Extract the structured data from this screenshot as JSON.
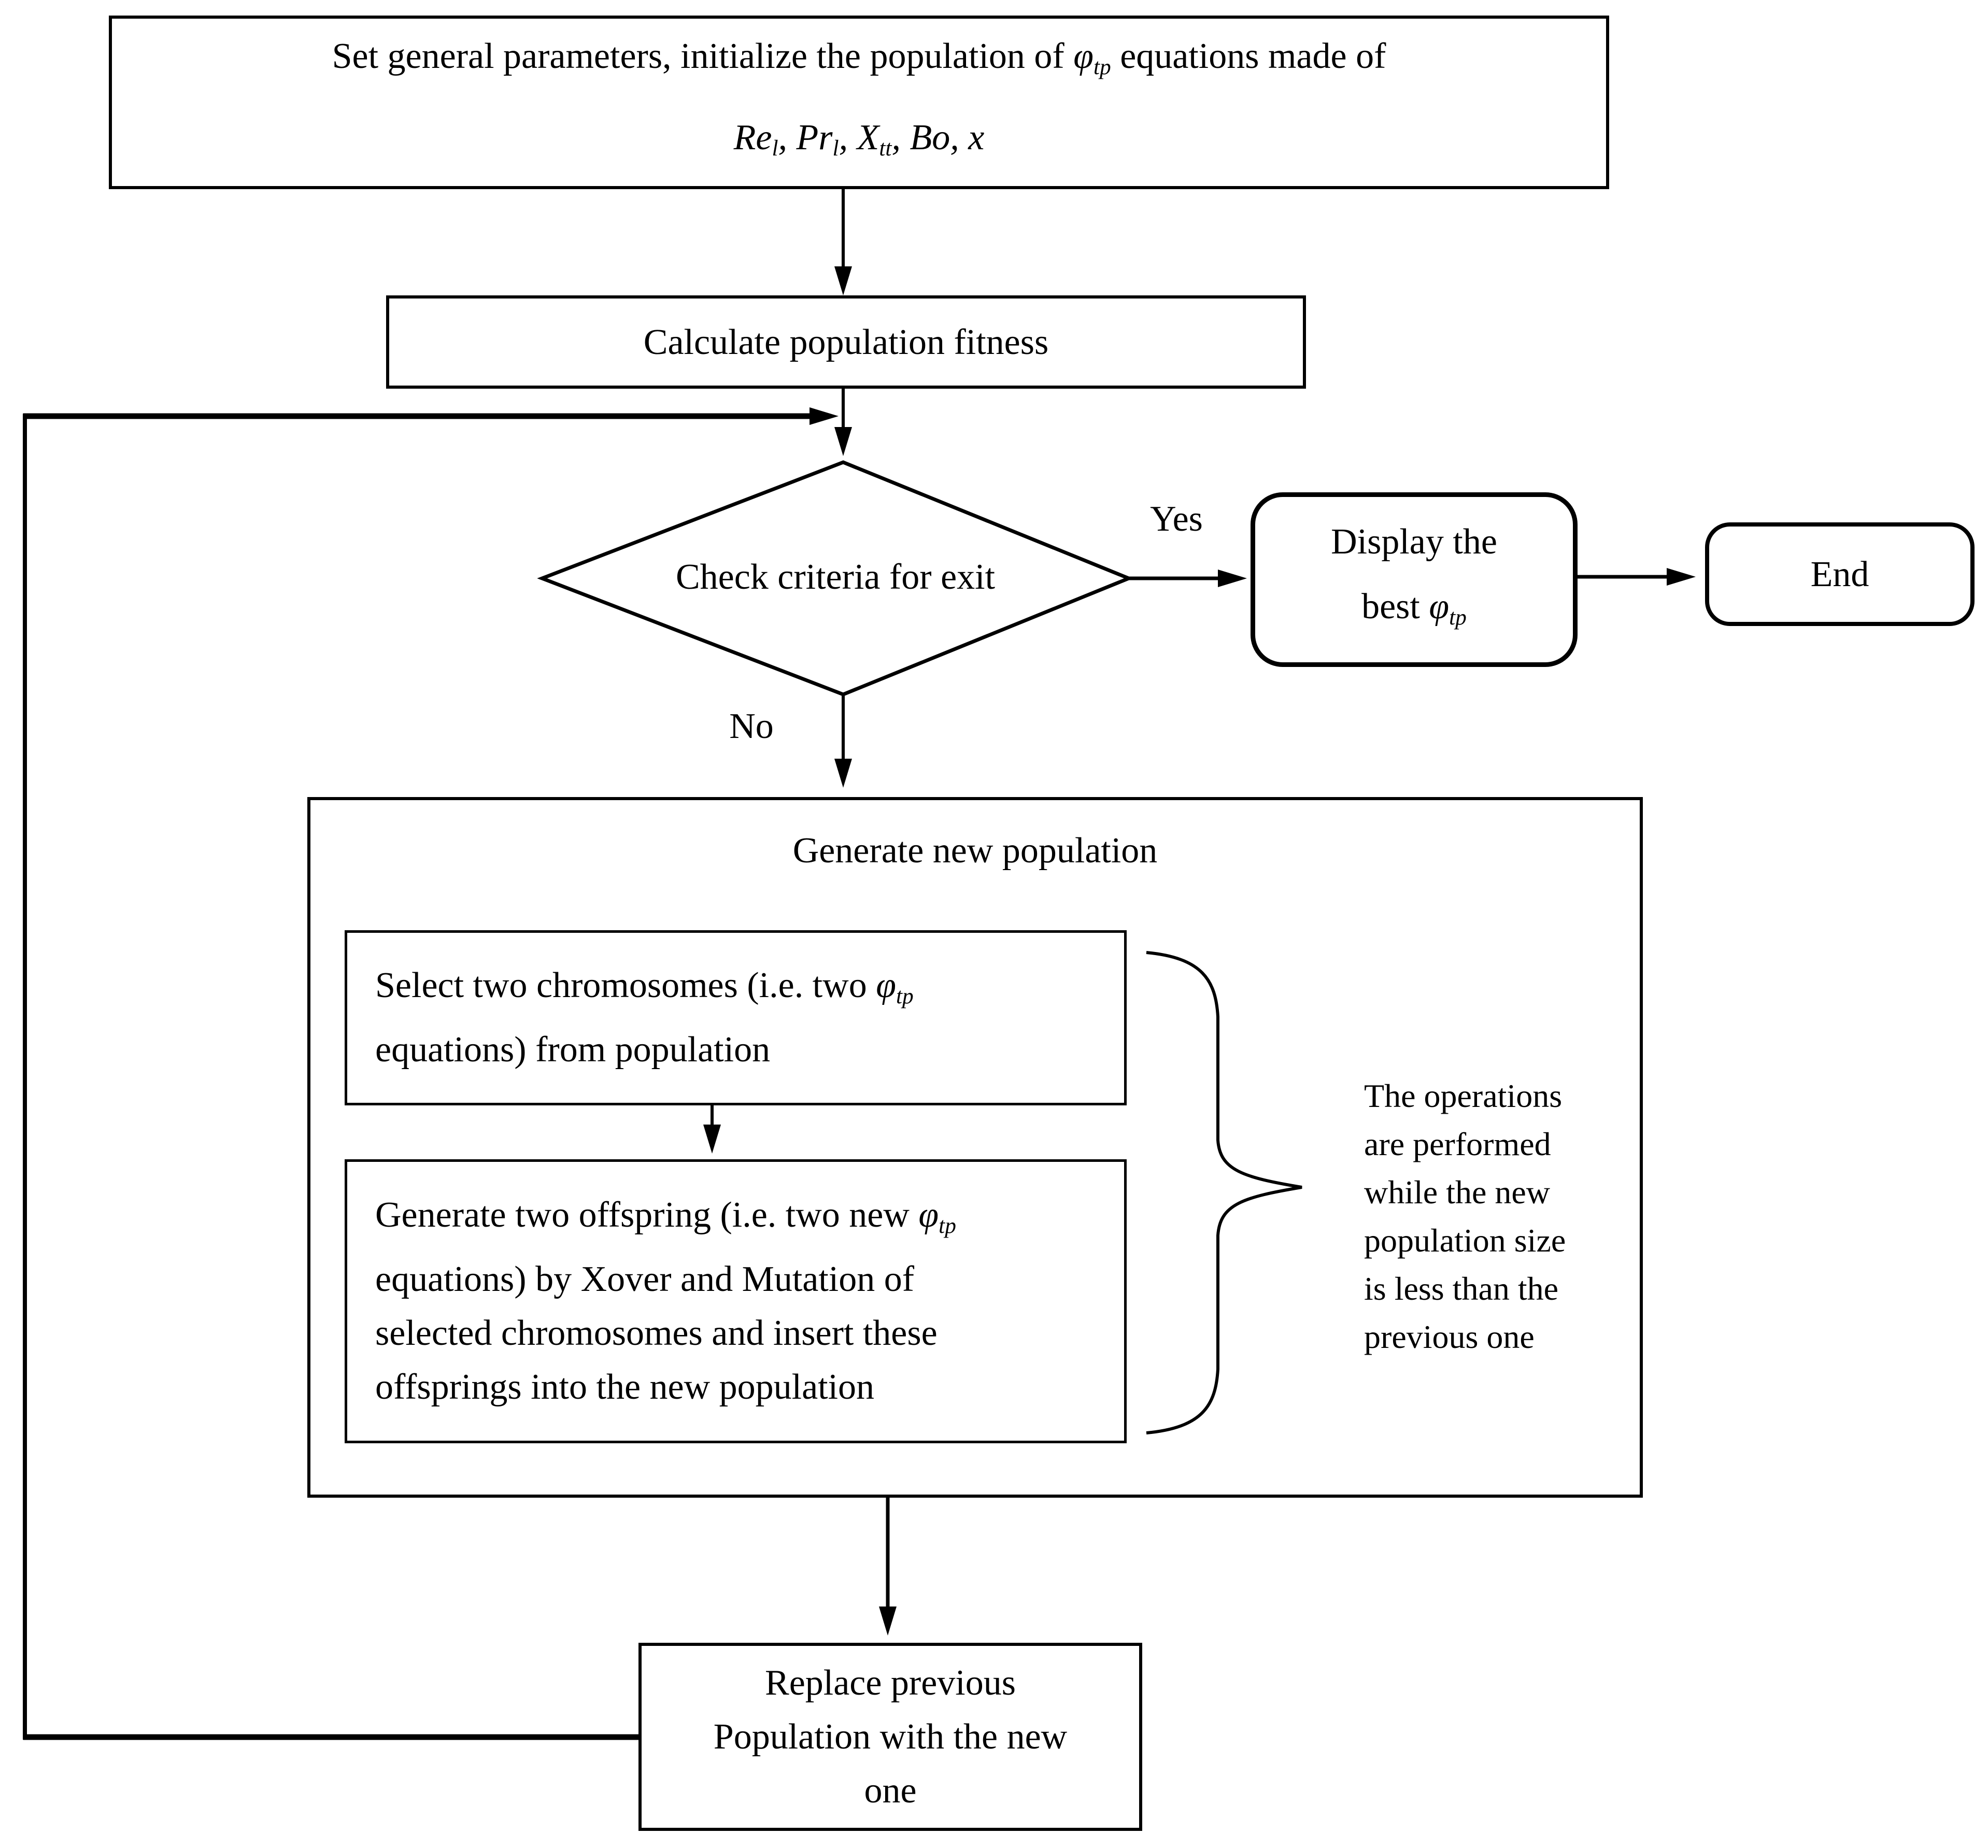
{
  "colors": {
    "stroke": "#000000",
    "background": "#ffffff",
    "text": "#000000"
  },
  "math": {
    "phi_base": "φ",
    "phi_sub": "tp",
    "sep": ", "
  },
  "top_box": {
    "line1_prefix": "Set general parameters, initialize the population of ",
    "line1_suffix": " equations made of",
    "symbols": [
      {
        "base": "Re",
        "sub": "l"
      },
      {
        "base": "Pr",
        "sub": "l"
      },
      {
        "base": "X",
        "sub": "tt"
      },
      {
        "base": "Bo",
        "sub": ""
      },
      {
        "base": "x",
        "sub": ""
      }
    ]
  },
  "calc_box": {
    "label": "Calculate population fitness"
  },
  "decision": {
    "label": "Check criteria for exit",
    "yes_label": "Yes",
    "no_label": "No"
  },
  "display_box": {
    "line1": "Display the",
    "line2_prefix": "best "
  },
  "end_box": {
    "label": "End"
  },
  "generate_container": {
    "title": "Generate new population",
    "select_box": {
      "line1_prefix": "Select two chromosomes (i.e. two ",
      "line2": "equations) from population"
    },
    "offspring_box": {
      "line1_prefix": "Generate two offspring (i.e. two new ",
      "line2": "equations) by Xover and Mutation of",
      "line3": "selected chromosomes and insert these",
      "line4": "offsprings into the new population"
    },
    "annotation": {
      "lines": [
        "The operations",
        "are performed",
        "while the new",
        "population size",
        "is less than the",
        "previous one"
      ]
    }
  },
  "replace_box": {
    "lines": [
      "Replace previous",
      "Population with the new",
      "one"
    ]
  }
}
